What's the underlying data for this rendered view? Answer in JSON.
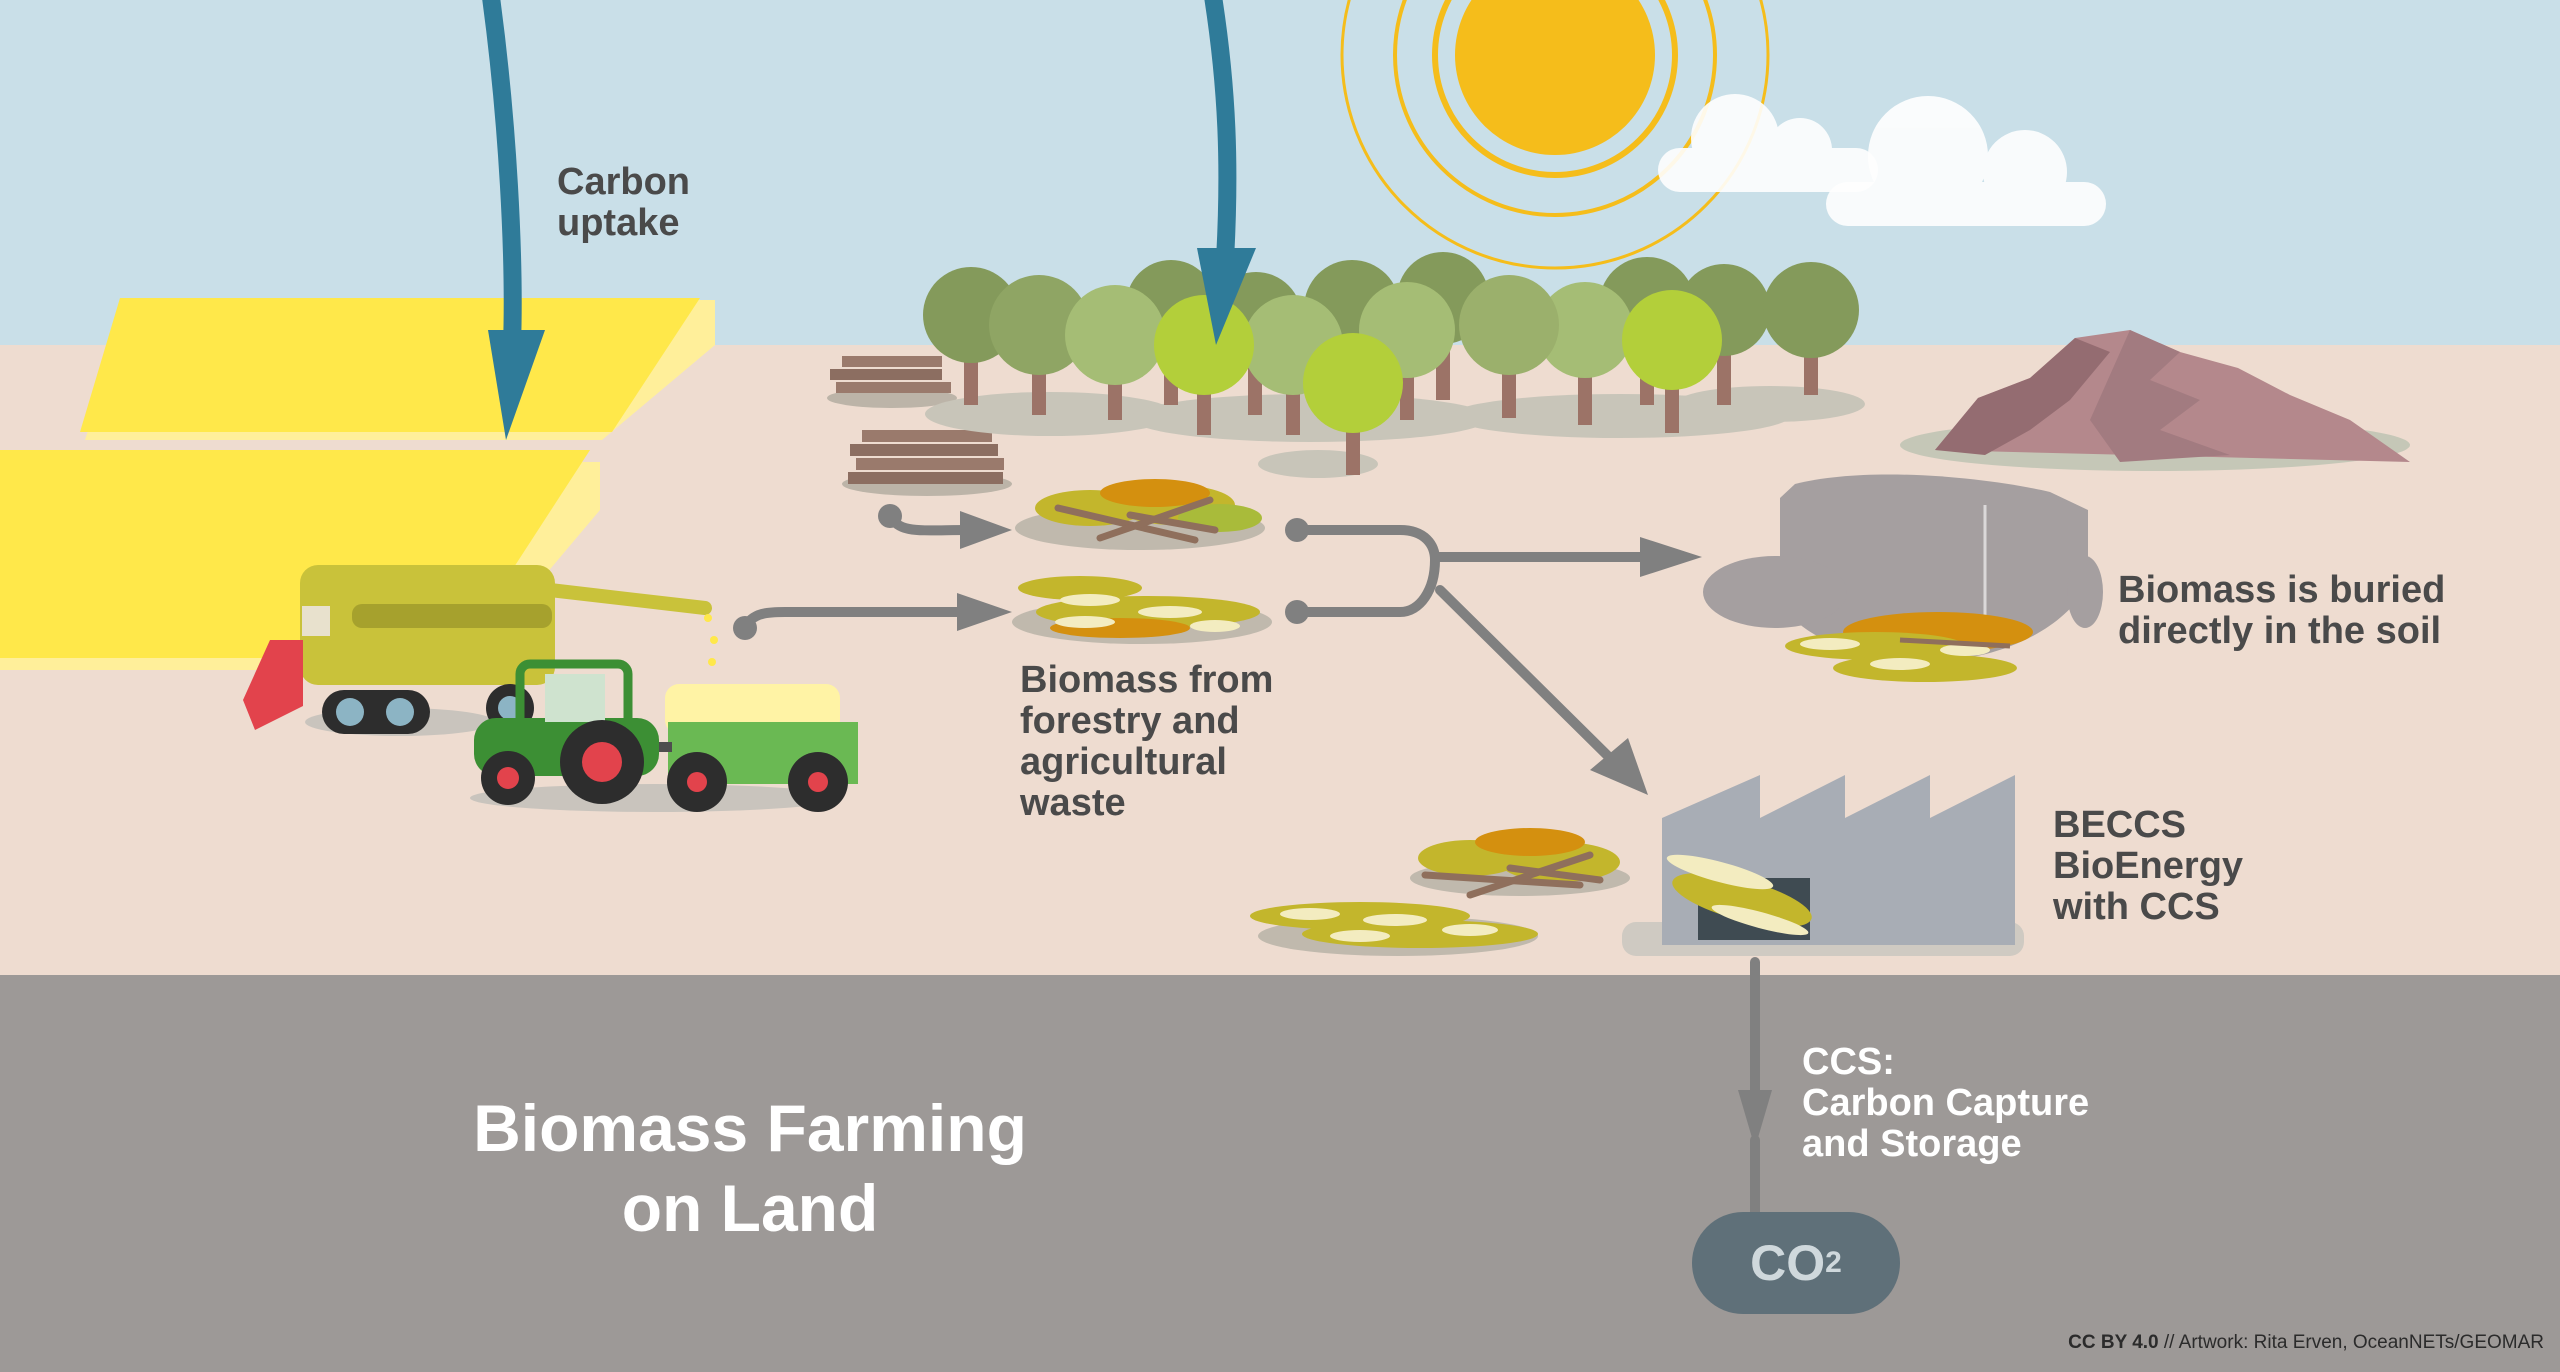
{
  "title": {
    "line1": "Biomass Farming",
    "line2": "on Land"
  },
  "labels": {
    "carbon_uptake": [
      "Carbon",
      "uptake"
    ],
    "biomass_source": [
      "Biomass from",
      "forestry and",
      "agricultural",
      "waste"
    ],
    "buried": [
      "Biomass is buried",
      "directly in the soil"
    ],
    "beccs": [
      "BECCS",
      "BioEnergy",
      "with CCS"
    ],
    "ccs": [
      "CCS:",
      "Carbon Capture",
      "and Storage"
    ]
  },
  "co2": {
    "main": "CO",
    "sub": "2"
  },
  "credit": {
    "license": "CC BY 4.0",
    "rest": " // Artwork: Rita Erven, OceanNETs/GEOMAR"
  },
  "colors": {
    "sky": "#c9dfe8",
    "ground": "#eedcd0",
    "underground": "#9d9997",
    "arrow_carbon": "#2f7b99",
    "arrow_flow": "#808080",
    "sun": "#f5bd1b",
    "field": "#ffe84a",
    "harvester": "#c9c23a",
    "tractor": "#3c8f34",
    "factory": "#a8adb5",
    "co2_bubble": "#5f7079"
  }
}
